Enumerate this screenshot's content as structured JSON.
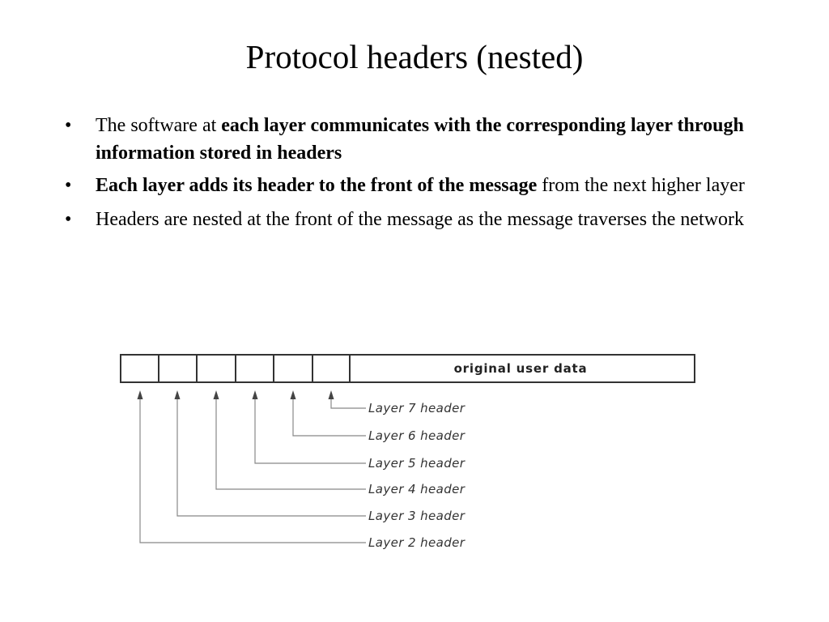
{
  "title": "Protocol headers (nested)",
  "bullets": [
    {
      "text_before": "The software at ",
      "bold": "each layer communicates with the corresponding layer through information stored in headers",
      "text_after": ""
    },
    {
      "text_before": "",
      "bold": "Each layer adds its header to the front of the message",
      "text_after": " from the next higher layer"
    },
    {
      "text_before": "Headers are nested at the front of the message as the message traverses the network",
      "bold": "",
      "text_after": ""
    }
  ],
  "diagram": {
    "data_label": "original user data",
    "layer_labels": [
      "Layer 7 header",
      "Layer 6 header",
      "Layer 5 header",
      "Layer 4 header",
      "Layer 3 header",
      "Layer 2 header"
    ]
  }
}
